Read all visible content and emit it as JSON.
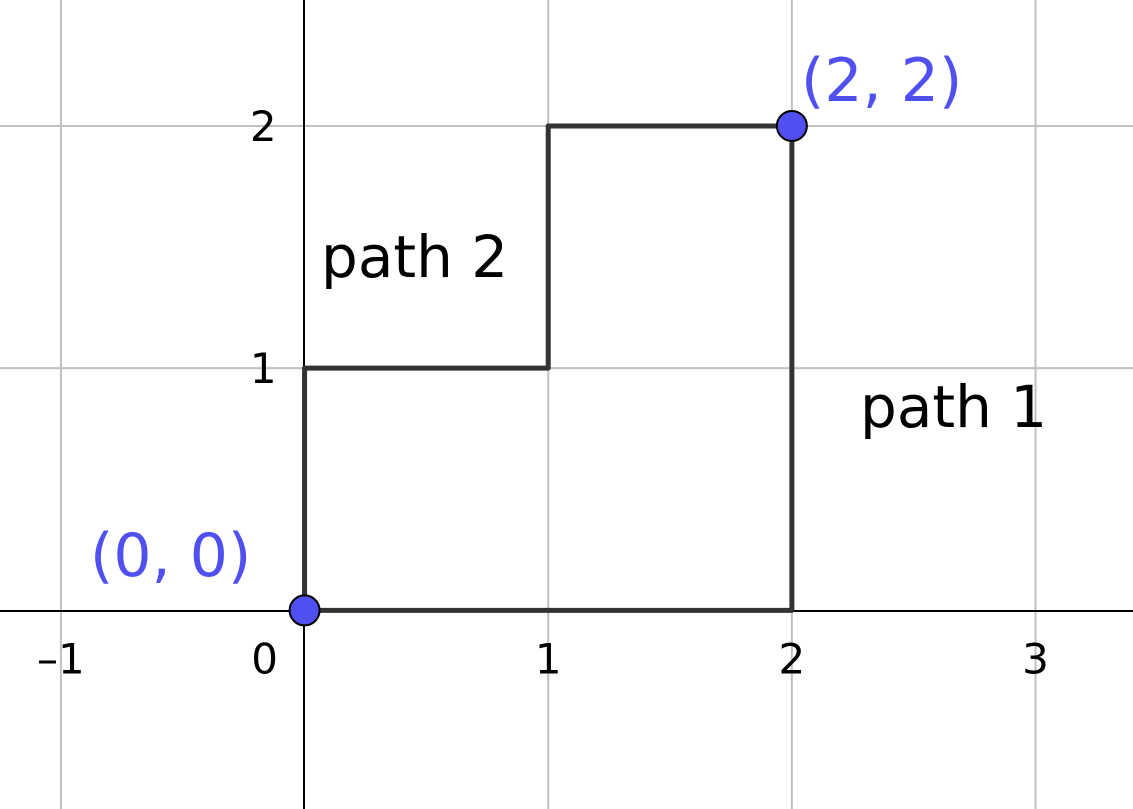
{
  "axes": {
    "x_ticks": [
      {
        "label": "–1",
        "value": -1
      },
      {
        "label": "0",
        "value": 0
      },
      {
        "label": "1",
        "value": 1
      },
      {
        "label": "2",
        "value": 2
      },
      {
        "label": "3",
        "value": 3
      }
    ],
    "y_ticks": [
      {
        "label": "1",
        "value": 1
      },
      {
        "label": "2",
        "value": 2
      }
    ],
    "xlim": [
      -1.25,
      3.4
    ],
    "ylim": [
      -0.82,
      2.52
    ],
    "grid": true
  },
  "paths": [
    {
      "label": "path 1",
      "points": [
        [
          0,
          0
        ],
        [
          2,
          0
        ],
        [
          2,
          2
        ]
      ]
    },
    {
      "label": "path 2",
      "points": [
        [
          0,
          0
        ],
        [
          0,
          1
        ],
        [
          1,
          1
        ],
        [
          1,
          2
        ],
        [
          2,
          2
        ]
      ]
    }
  ],
  "points": [
    {
      "label": "(0, 0)",
      "x": 0,
      "y": 0
    },
    {
      "label": "(2, 2)",
      "x": 2,
      "y": 2
    }
  ],
  "colors": {
    "point": "#5050f0",
    "path": "#333333",
    "grid": "#c0c0c0"
  }
}
